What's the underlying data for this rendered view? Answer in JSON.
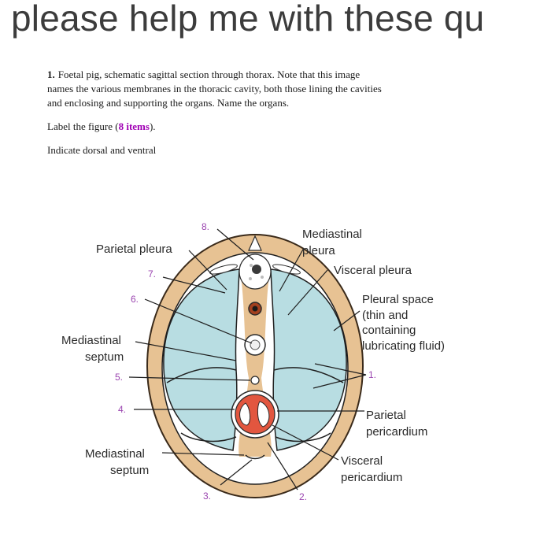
{
  "header": {
    "title": "please help me with these qu"
  },
  "question": {
    "number": "1.",
    "text_lines": [
      "Foetal pig, schematic sagittal section through thorax.  Note that this image",
      "names the various membranes in the thoracic cavity, both those lining the cavities",
      "and enclosing and supporting the organs.  Name the organs."
    ],
    "label_prefix": "Label the figure (",
    "label_count": "8 items",
    "label_suffix": ").",
    "indicate": "Indicate dorsal and ventral"
  },
  "diagram": {
    "labels": {
      "parietal_pleura": "Parietal pleura",
      "mediastinal_pleura": [
        "Mediastinal",
        "pleura"
      ],
      "visceral_pleura": "Visceral pleura",
      "pleural_space": [
        "Pleural space",
        "(thin and",
        "containing",
        "lubricating fluid)"
      ],
      "mediastinal_septum_upper": [
        "Mediastinal",
        "septum"
      ],
      "parietal_pericardium": [
        "Parietal",
        "pericardium"
      ],
      "mediastinal_septum_lower": [
        "Mediastinal",
        "septum"
      ],
      "visceral_pericardium": [
        "Visceral",
        "pericardium"
      ]
    },
    "numbers": [
      "1.",
      "2.",
      "3.",
      "4.",
      "5.",
      "6.",
      "7.",
      "8."
    ],
    "colors": {
      "body_wall": "#e7c293",
      "lung": "#b8dde2",
      "membrane": "#1f1f1f",
      "heart": "#e2563f",
      "number_label": "#9b45b0",
      "accent": "#a000b4"
    }
  }
}
